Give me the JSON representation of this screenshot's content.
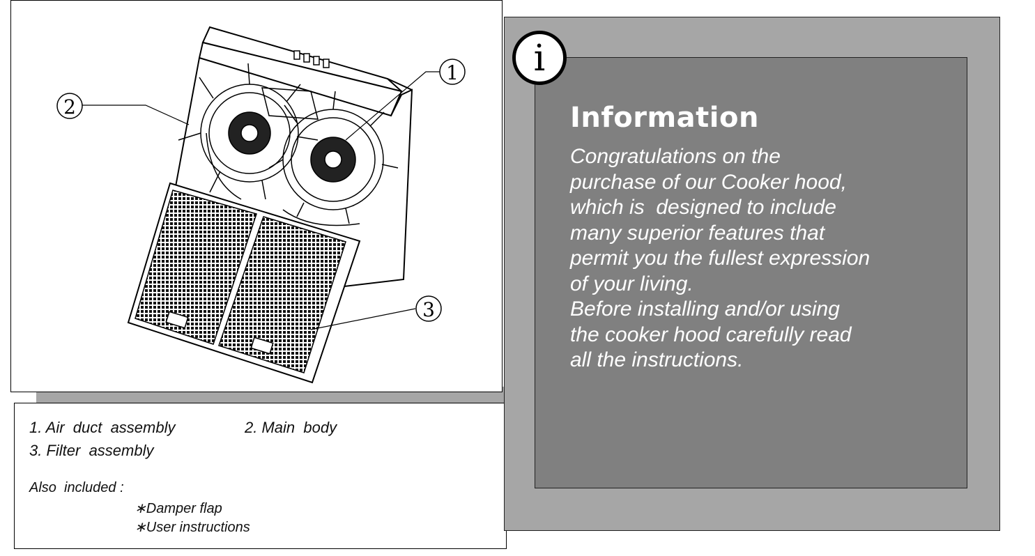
{
  "diagram": {
    "callouts": [
      {
        "number": "1"
      },
      {
        "number": "2"
      },
      {
        "number": "3"
      }
    ]
  },
  "legend": {
    "item1": "1. Air  duct  assembly",
    "item2": "2. Main  body",
    "item3": "3. Filter  assembly",
    "also_included": "Also  included :",
    "extra1": "∗Damper flap",
    "extra2": "∗User instructions"
  },
  "info": {
    "icon": "info-icon",
    "icon_glyph": "i",
    "title": "Information",
    "lines": [
      "Congratulations on the",
      "purchase of our Cooker hood,",
      "which is  designed to include",
      "many superior features that",
      "permit you the fullest expression",
      "of your living.",
      "Before installing and/or using",
      "the cooker hood carefully read",
      "all the instructions."
    ]
  }
}
